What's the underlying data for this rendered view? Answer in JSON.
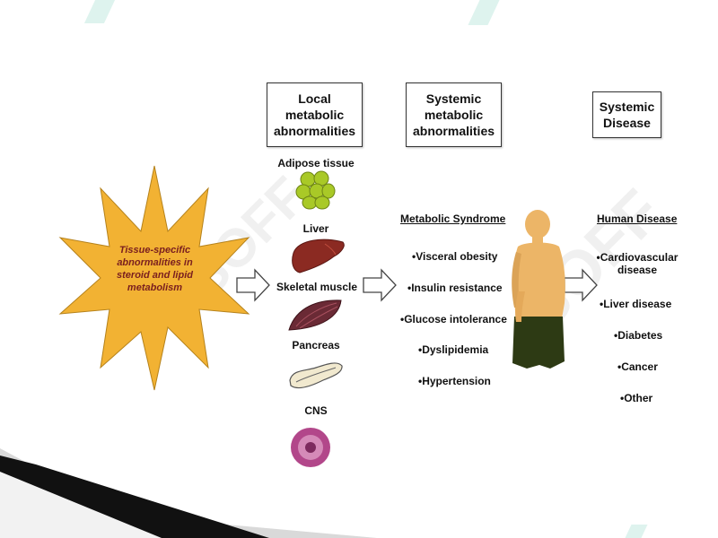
{
  "headers": {
    "local": [
      "Local",
      "metabolic",
      "abnormalities"
    ],
    "systemic": [
      "Systemic",
      "metabolic",
      "abnormalities"
    ],
    "disease": [
      "Systemic",
      "Disease"
    ]
  },
  "star": {
    "lines": [
      "Tissue-specific",
      "abnormalities in",
      "steroid and lipid",
      "metabolism"
    ]
  },
  "tissues": {
    "adipose": "Adipose tissue",
    "liver": "Liver",
    "muscle": "Skeletal muscle",
    "pancreas": "Pancreas",
    "cns": "CNS"
  },
  "syndrome": {
    "title": "Metabolic Syndrome",
    "items": [
      "•Visceral obesity",
      "•Insulin resistance",
      "•Glucose intolerance",
      "•Dyslipidemia",
      "•Hypertension"
    ]
  },
  "disease": {
    "title": "Human Disease",
    "cardio": [
      "•Cardiovascular",
      "disease"
    ],
    "items": [
      "•Liver disease",
      "•Diabetes",
      "•Cancer",
      "•Other"
    ]
  },
  "watermark": "SOFF",
  "colors": {
    "star_fill": "#f2b233",
    "star_text": "#7a1f1f",
    "liver": "#8b2a22",
    "fat": "#a9c927",
    "muscle": "#6a2a35",
    "body_skin": "#ecb567",
    "body_pants": "#2d3a14",
    "accent": "#48bea0"
  }
}
